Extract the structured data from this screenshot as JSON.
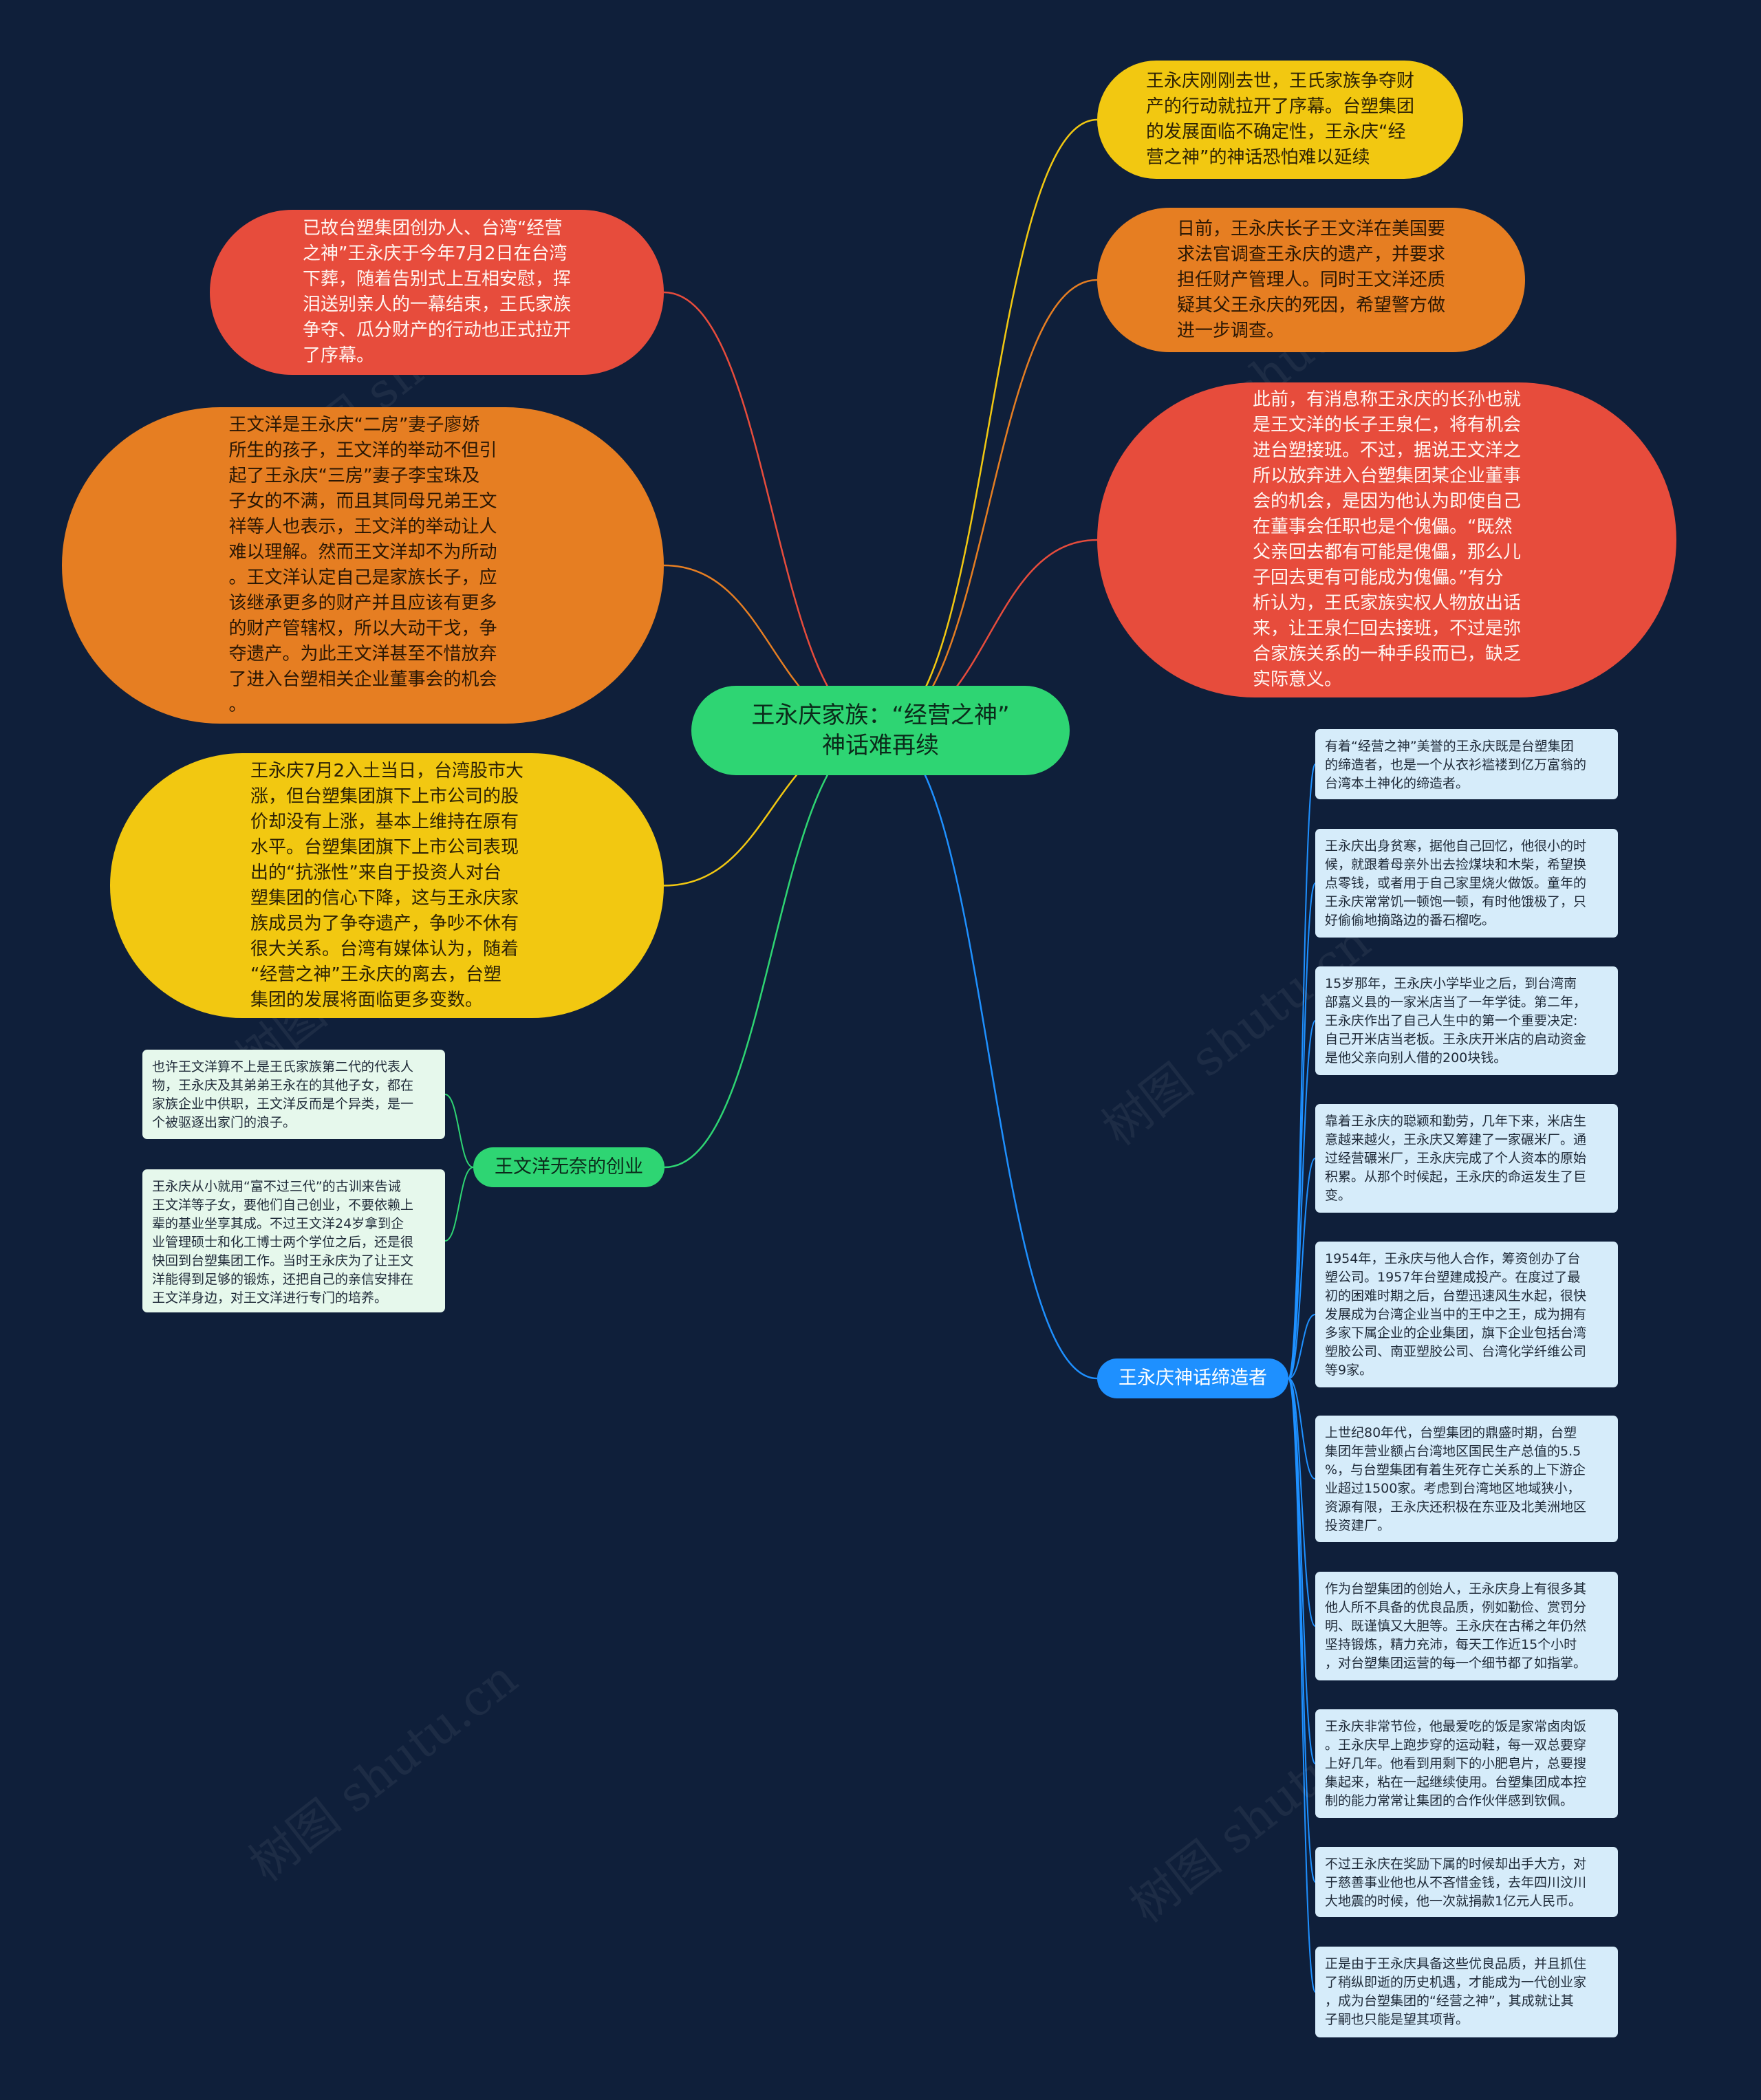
{
  "colors": {
    "background": "#0f1f3a",
    "root": "#2ed573",
    "yellow": "#f2c811",
    "orange": "#e67e22",
    "red": "#e74c3c",
    "green_branch": "#2ed573",
    "blue_branch": "#1e90ff",
    "green_leaf": "#e6f8ec",
    "blue_leaf": "#d6ecfa"
  },
  "watermark": "树图 shutu.cn",
  "root": {
    "text": "王永庆家族：“经营之神”\n神话难再续"
  },
  "bubbles": [
    {
      "id": "r1",
      "side": "right",
      "color": "yellow",
      "text": "王永庆刚刚去世，王氏家族争夺财\n产的行动就拉开了序幕。台塑集团\n的发展面临不确定性，王永庆“经\n营之神”的神话恐怕难以延续"
    },
    {
      "id": "r2",
      "side": "right",
      "color": "orange",
      "text": "日前，王永庆长子王文洋在美国要\n求法官调查王永庆的遗产，并要求\n担任财产管理人。同时王文洋还质\n疑其父王永庆的死因，希望警方做\n进一步调查。"
    },
    {
      "id": "r3",
      "side": "right",
      "color": "red",
      "text": "此前，有消息称王永庆的长孙也就\n是王文洋的长子王泉仁，将有机会\n进台塑接班。不过，据说王文洋之\n所以放弃进入台塑集团某企业董事\n会的机会，是因为他认为即使自己\n在董事会任职也是个傀儡。“既然\n父亲回去都有可能是傀儡，那么儿\n子回去更有可能成为傀儡。”有分\n析认为，王氏家族实权人物放出话\n来，让王泉仁回去接班，不过是弥\n合家族关系的一种手段而已，缺乏\n实际意义。"
    },
    {
      "id": "l1",
      "side": "left",
      "color": "red",
      "text": "已故台塑集团创办人、台湾“经营\n之神”王永庆于今年7月2日在台湾\n下葬，随着告别式上互相安慰，挥\n泪送别亲人的一幕结束，王氏家族\n争夺、瓜分财产的行动也正式拉开\n了序幕。"
    },
    {
      "id": "l2",
      "side": "left",
      "color": "orange",
      "text": "王文洋是王永庆“二房”妻子廖娇\n所生的孩子，王文洋的举动不但引\n起了王永庆“三房”妻子李宝珠及\n子女的不满，而且其同母兄弟王文\n祥等人也表示，王文洋的举动让人\n难以理解。然而王文洋却不为所动\n。王文洋认定自己是家族长子，应\n该继承更多的财产并且应该有更多\n的财产管辖权，所以大动干戈，争\n夺遗产。为此王文洋甚至不惜放弃\n了进入台塑相关企业董事会的机会\n。"
    },
    {
      "id": "l3",
      "side": "left",
      "color": "yellow",
      "text": "王永庆7月2入土当日，台湾股市大\n涨，但台塑集团旗下上市公司的股\n价却没有上涨，基本上维持在原有\n水平。台塑集团旗下上市公司表现\n出的“抗涨性”来自于投资人对台\n塑集团的信心下降，这与王永庆家\n族成员为了争夺遗产，争吵不休有\n很大关系。台湾有媒体认为，随着\n“经营之神”王永庆的离去，台塑\n集团的发展将面临更多变数。"
    }
  ],
  "branches": [
    {
      "id": "g",
      "color": "green",
      "label": "王文洋无奈的创业",
      "leaves": [
        "也许王文洋算不上是王氏家族第二代的代表人\n物，王永庆及其弟弟王永在的其他子女，都在\n家族企业中供职，王文洋反而是个异类，是一\n个被驱逐出家门的浪子。",
        "王永庆从小就用“富不过三代”的古训来告诫\n王文洋等子女，要他们自己创业，不要依赖上\n辈的基业坐享其成。不过王文洋24岁拿到企\n业管理硕士和化工博士两个学位之后，还是很\n快回到台塑集团工作。当时王永庆为了让王文\n洋能得到足够的锻炼，还把自己的亲信安排在\n王文洋身边，对王文洋进行专门的培养。"
      ]
    },
    {
      "id": "b",
      "color": "blue",
      "label": "王永庆神话缔造者",
      "leaves": [
        "有着“经营之神”美誉的王永庆既是台塑集团\n的缔造者，也是一个从衣衫褴褛到亿万富翁的\n台湾本土神化的缔造者。",
        "王永庆出身贫寒，据他自己回忆，他很小的时\n候，就跟着母亲外出去捡煤块和木柴，希望换\n点零钱，或者用于自己家里烧火做饭。童年的\n王永庆常常饥一顿饱一顿，有时他饿极了，只\n好偷偷地摘路边的番石榴吃。",
        "15岁那年，王永庆小学毕业之后，到台湾南\n部嘉义县的一家米店当了一年学徒。第二年，\n王永庆作出了自己人生中的第一个重要决定:\n自己开米店当老板。王永庆开米店的启动资金\n是他父亲向别人借的200块钱。",
        "靠着王永庆的聪颖和勤劳，几年下来，米店生\n意越来越火，王永庆又筹建了一家碾米厂。通\n过经营碾米厂，王永庆完成了个人资本的原始\n积累。从那个时候起，王永庆的命运发生了巨\n变。",
        "1954年，王永庆与他人合作，筹资创办了台\n塑公司。1957年台塑建成投产。在度过了最\n初的困难时期之后，台塑迅速风生水起，很快\n发展成为台湾企业当中的王中之王，成为拥有\n多家下属企业的企业集团，旗下企业包括台湾\n塑胶公司、南亚塑胶公司、台湾化学纤维公司\n等9家。",
        "上世纪80年代，台塑集团的鼎盛时期，台塑\n集团年营业额占台湾地区国民生产总值的5.5\n%，与台塑集团有着生死存亡关系的上下游企\n业超过1500家。考虑到台湾地区地域狭小，\n资源有限，王永庆还积极在东亚及北美洲地区\n投资建厂。",
        "作为台塑集团的创始人，王永庆身上有很多其\n他人所不具备的优良品质，例如勤俭、赏罚分\n明、既谨慎又大胆等。王永庆在古稀之年仍然\n坚持锻炼，精力充沛，每天工作近15个小时\n，对台塑集团运营的每一个细节都了如指掌。",
        "王永庆非常节俭，他最爱吃的饭是家常卤肉饭\n。王永庆早上跑步穿的运动鞋，每一双总要穿\n上好几年。他看到用剩下的小肥皂片，总要搜\n集起来，粘在一起继续使用。台塑集团成本控\n制的能力常常让集团的合作伙伴感到钦佩。",
        "不过王永庆在奖励下属的时候却出手大方，对\n于慈善事业他也从不吝惜金钱，去年四川汶川\n大地震的时候，他一次就捐款1亿元人民币。",
        "正是由于王永庆具备这些优良品质，并且抓住\n了稍纵即逝的历史机遇，才能成为一代创业家\n，成为台塑集团的“经营之神”，其成就让其\n子嗣也只能是望其项背。"
      ]
    }
  ]
}
